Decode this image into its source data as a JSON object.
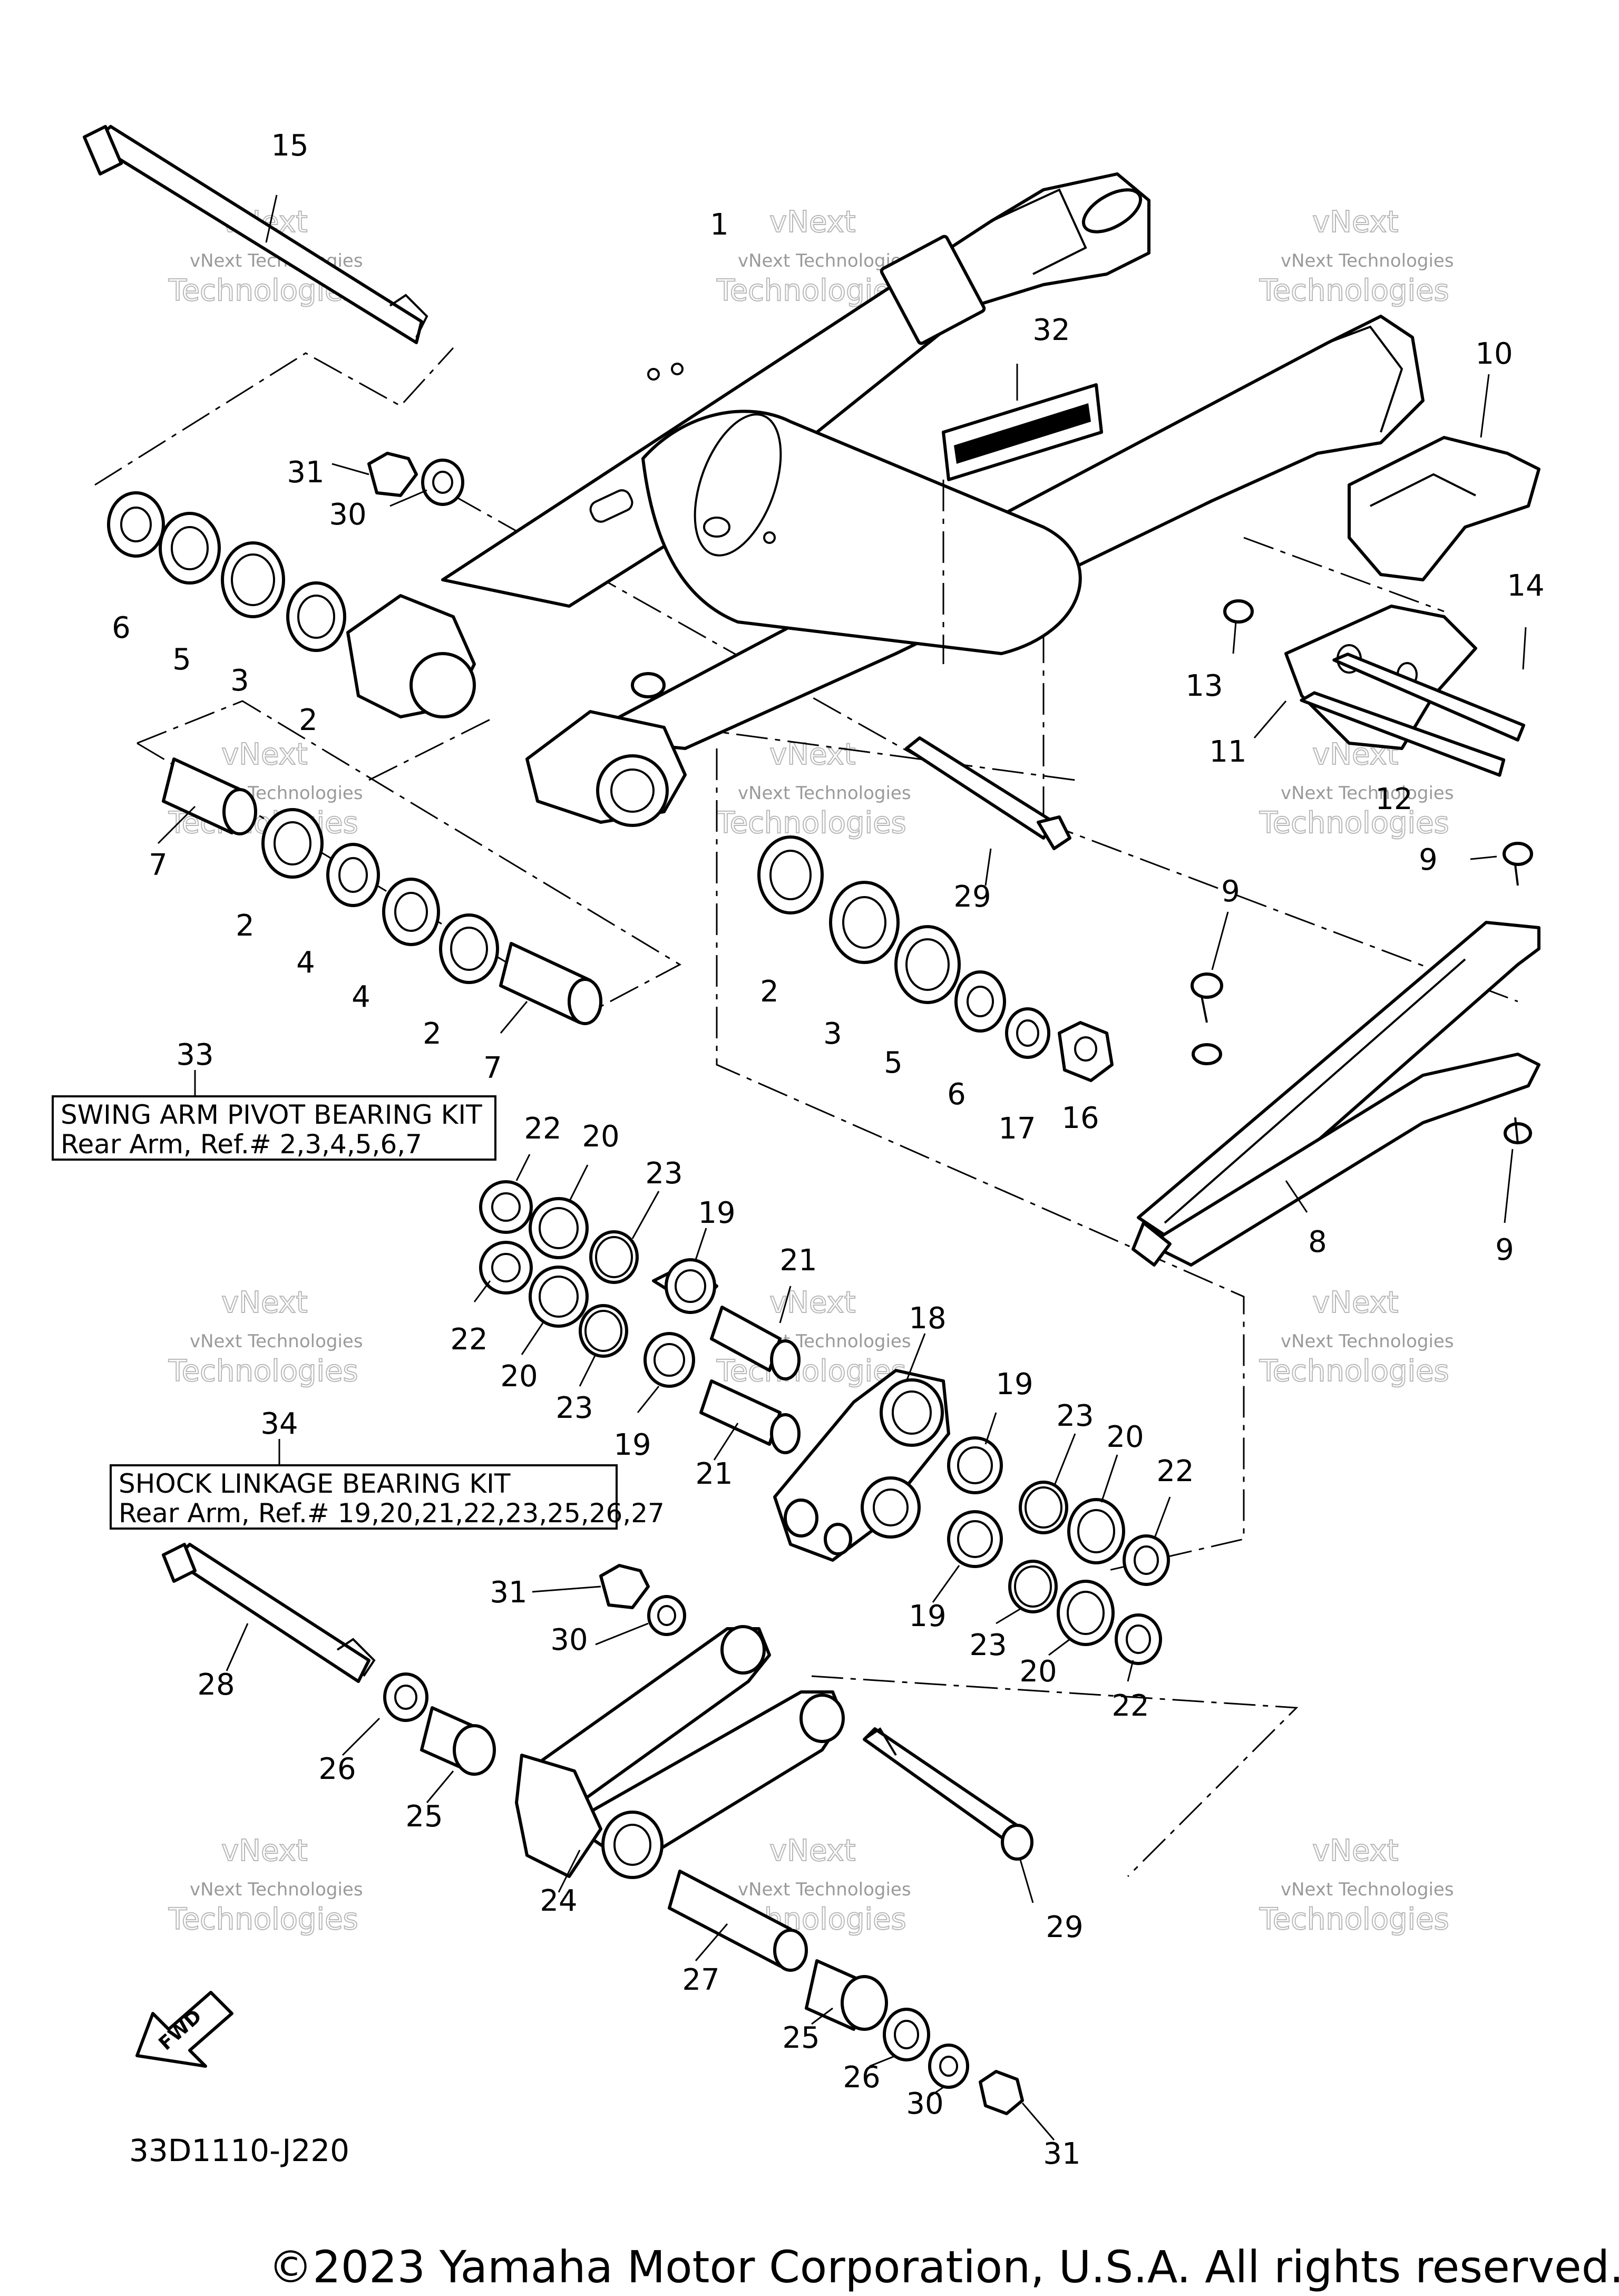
{
  "diagram_code": "33D1110-J220",
  "copyright": "©2023 Yamaha Motor Corporation, U.S.A. All rights reserved.",
  "fwd_label": "FWD",
  "watermark": {
    "small": "vNext Technologies",
    "large": "Technologies",
    "top": "vNext"
  },
  "kits": {
    "pivot": {
      "ref": "33",
      "line1": "SWING ARM PIVOT BEARING KIT",
      "line2": "Rear Arm, Ref.# 2,3,4,5,6,7"
    },
    "shock": {
      "ref": "34",
      "line1": "SHOCK LINKAGE BEARING KIT",
      "line2": "Rear Arm, Ref.# 19,20,21,22,23,25,26,27"
    }
  },
  "callouts": {
    "c1": "1",
    "c2a": "2",
    "c2b": "2",
    "c2c": "2",
    "c2d": "2",
    "c3a": "3",
    "c3b": "3",
    "c4a": "4",
    "c4b": "4",
    "c5a": "5",
    "c5b": "5",
    "c6a": "6",
    "c6b": "6",
    "c7a": "7",
    "c7b": "7",
    "c8": "8",
    "c9a": "9",
    "c9b": "9",
    "c9c": "9",
    "c10": "10",
    "c11": "11",
    "c12": "12",
    "c13": "13",
    "c14": "14",
    "c15": "15",
    "c16": "16",
    "c17": "17",
    "c18": "18",
    "c19a": "19",
    "c19b": "19",
    "c19c": "19",
    "c19d": "19",
    "c20a": "20",
    "c20b": "20",
    "c20c": "20",
    "c20d": "20",
    "c21a": "21",
    "c21b": "21",
    "c22a": "22",
    "c22b": "22",
    "c22c": "22",
    "c22d": "22",
    "c23a": "23",
    "c23b": "23",
    "c23c": "23",
    "c23d": "23",
    "c24": "24",
    "c25a": "25",
    "c25b": "25",
    "c26a": "26",
    "c26b": "26",
    "c27": "27",
    "c28": "28",
    "c29a": "29",
    "c29b": "29",
    "c30a": "30",
    "c30b": "30",
    "c30c": "30",
    "c31a": "31",
    "c31b": "31",
    "c31c": "31",
    "c32": "32"
  }
}
